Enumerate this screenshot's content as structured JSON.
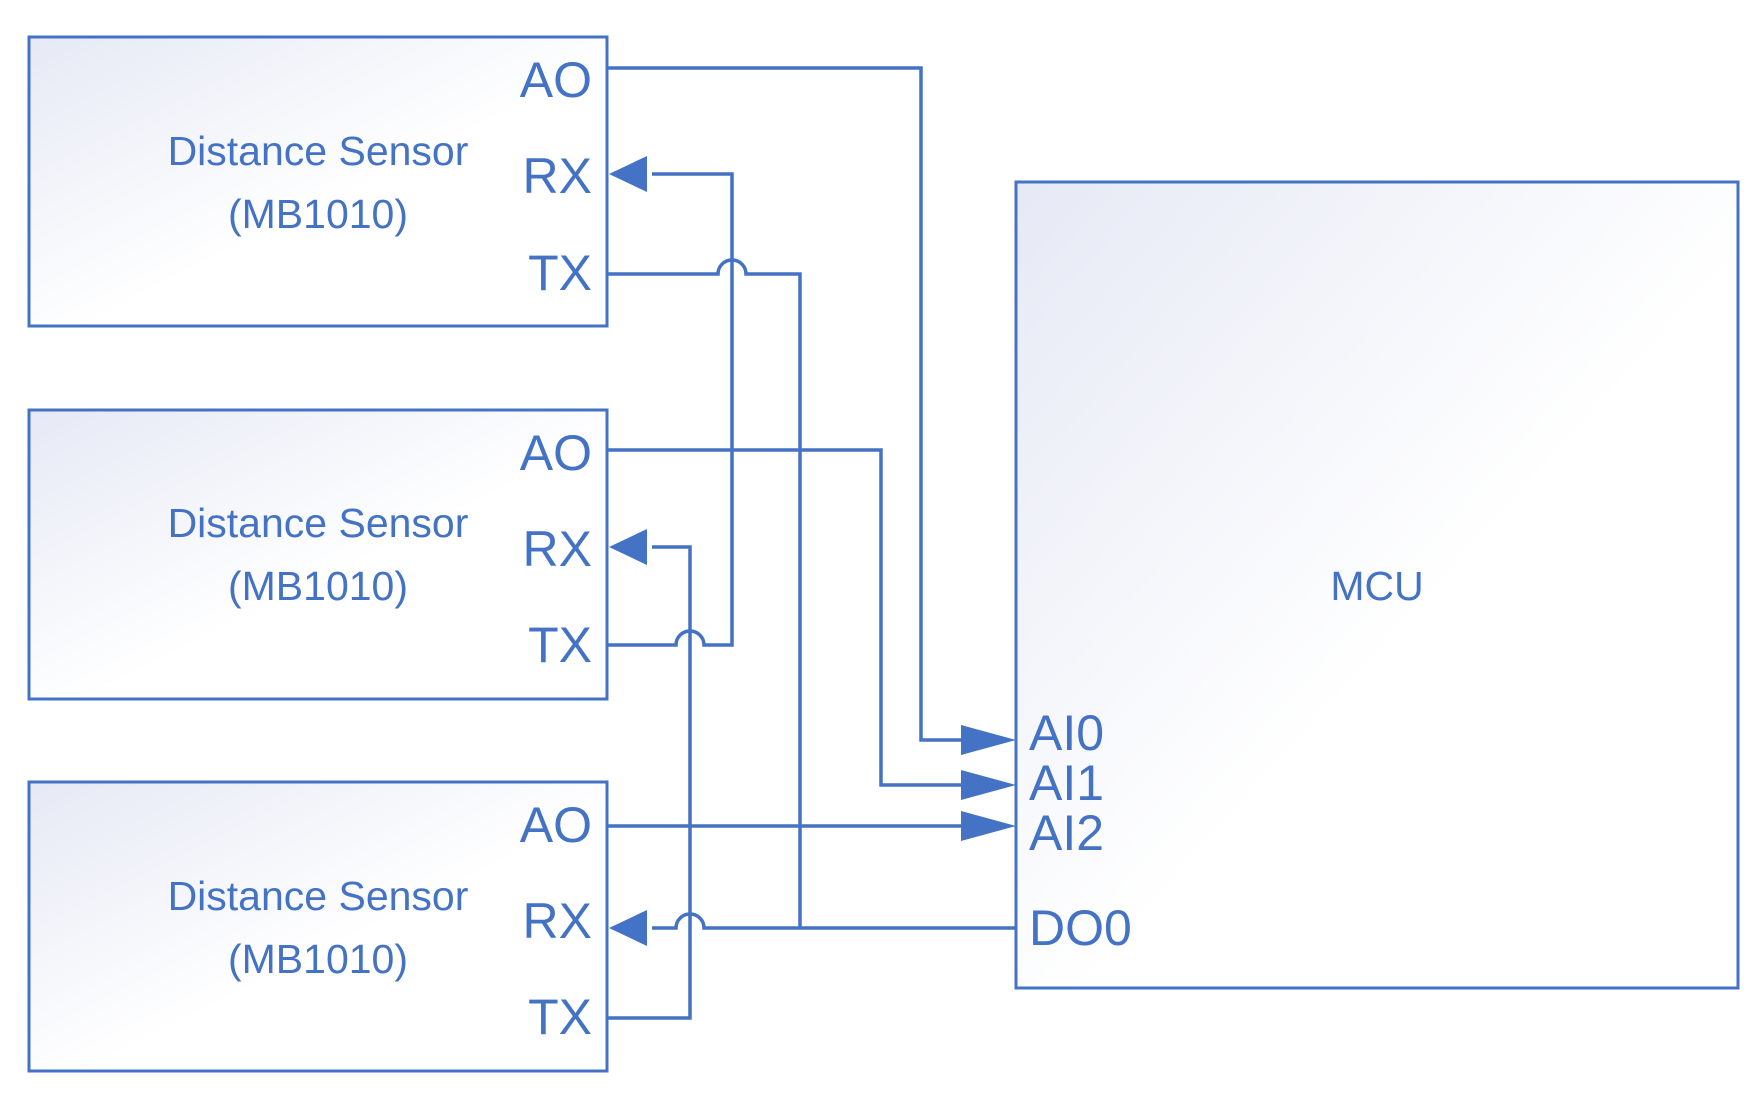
{
  "sensors": [
    {
      "name": "Distance Sensor",
      "model": "(MB1010)",
      "pins": {
        "ao": "AO",
        "rx": "RX",
        "tx": "TX"
      }
    },
    {
      "name": "Distance Sensor",
      "model": "(MB1010)",
      "pins": {
        "ao": "AO",
        "rx": "RX",
        "tx": "TX"
      }
    },
    {
      "name": "Distance Sensor",
      "model": "(MB1010)",
      "pins": {
        "ao": "AO",
        "rx": "RX",
        "tx": "TX"
      }
    }
  ],
  "mcu": {
    "label": "MCU",
    "pins": {
      "ai0": "AI0",
      "ai1": "AI1",
      "ai2": "AI2",
      "do0": "DO0"
    }
  },
  "colors": {
    "line": "#4472c4",
    "box_fill_top": "#e6e9f5",
    "box_fill_bottom": "#ffffff"
  }
}
